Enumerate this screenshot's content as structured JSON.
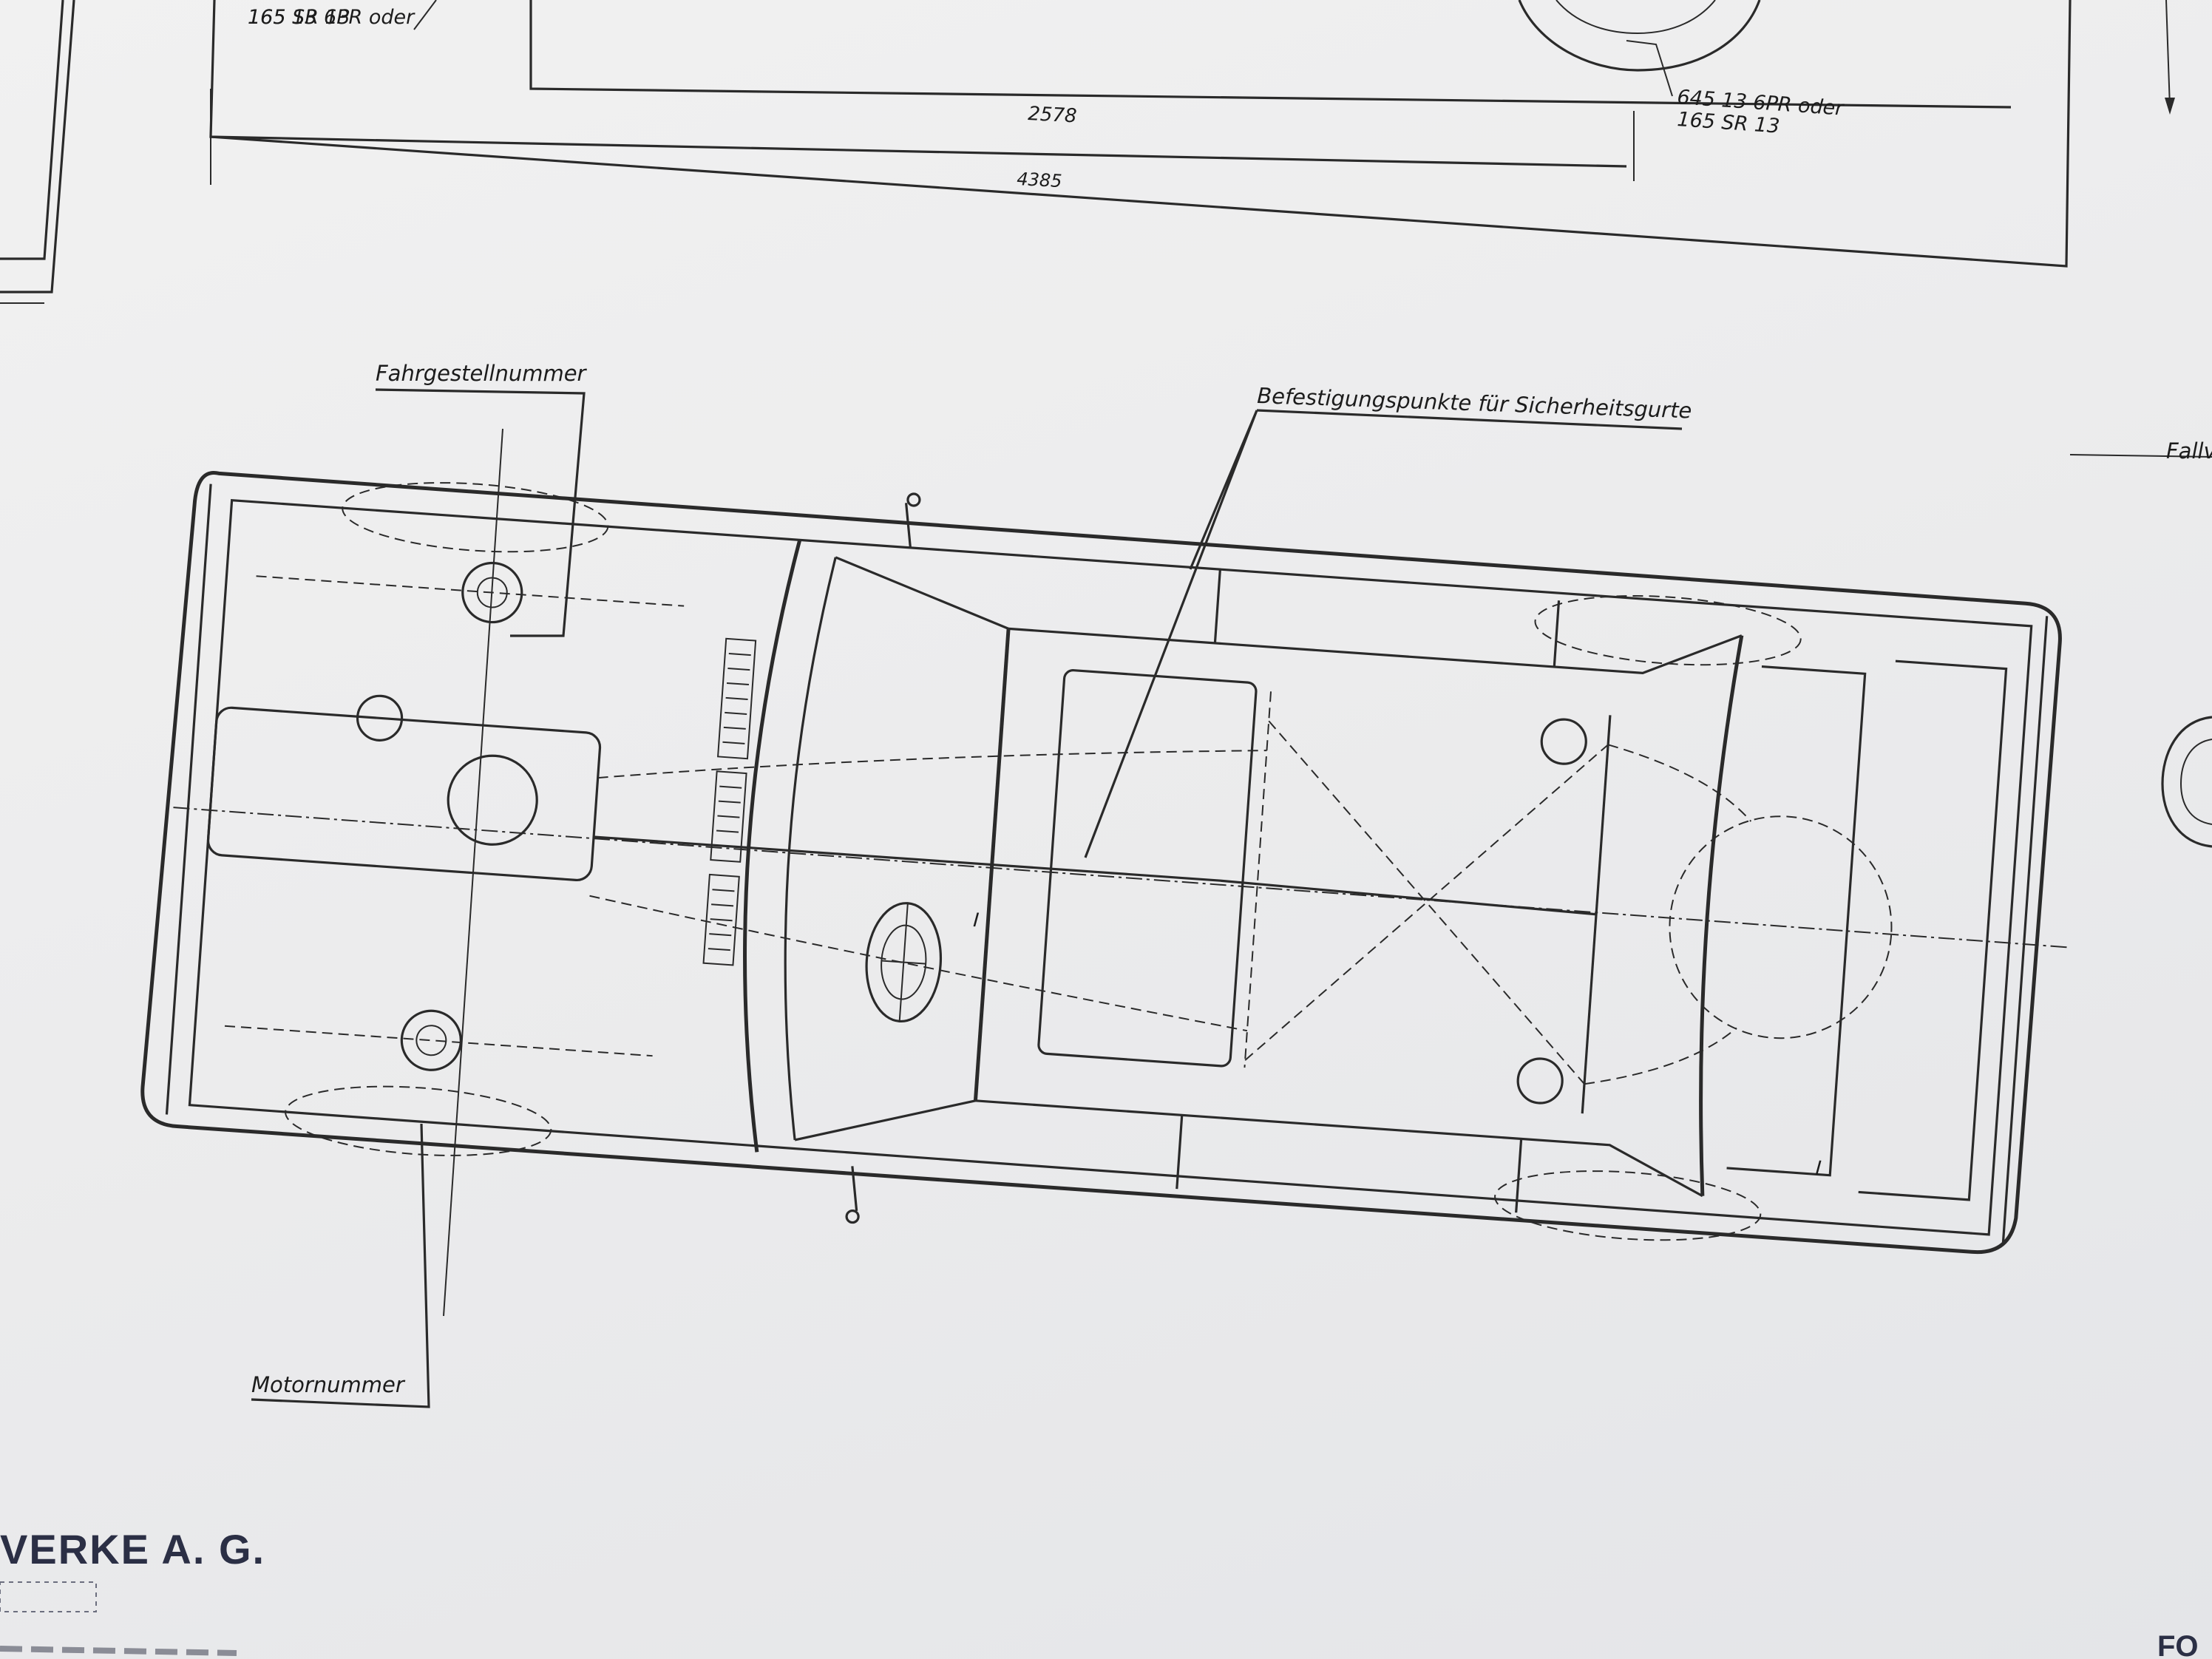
{
  "top_view": {
    "tyre_spec_left": [
      "165 SR 13"
    ],
    "tyre_spec_left_partial": "165 13 6PR oder",
    "tyre_spec_right": [
      "645 13 6PR oder",
      "165 SR 13"
    ],
    "dim_wheelbase": "2578",
    "dim_length": "4385"
  },
  "labels": {
    "chassis_number": "Fahrgestellnummer",
    "seatbelt_points": "Befestigungspunkte für Sicherheitsgurte",
    "engine_number": "Motornummer",
    "right_edge_partial": "Fallv",
    "seat_marker_1": "I",
    "seat_marker_2": "I"
  },
  "stamp": {
    "company": "VERKE A. G.",
    "line2": "FO"
  },
  "colors": {
    "ink": "#2a2a2a",
    "paper": "#eeeeee",
    "stamp": "#2b2f45"
  }
}
